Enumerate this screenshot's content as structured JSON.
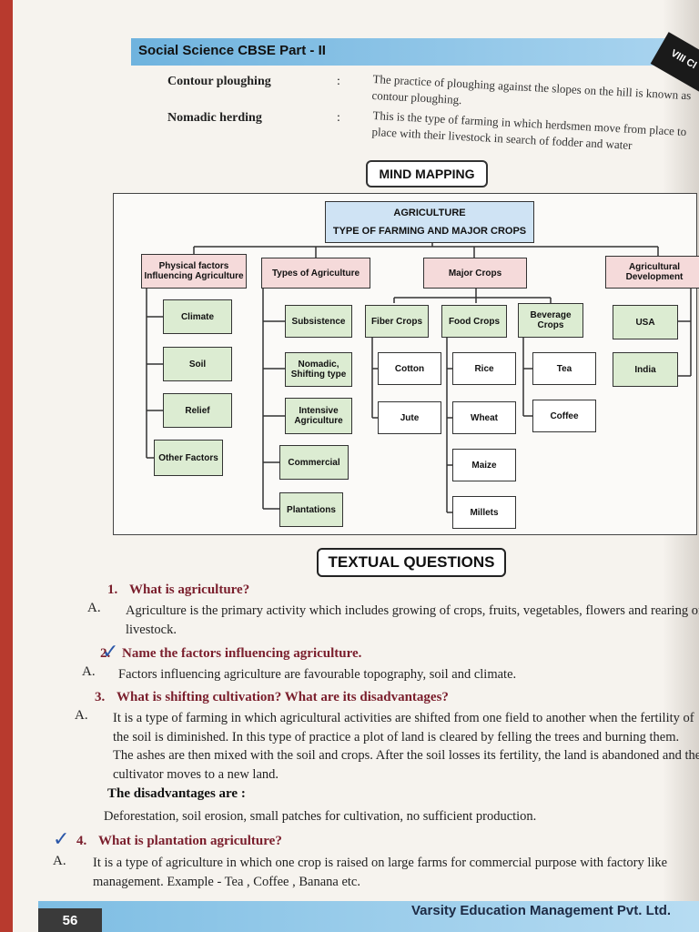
{
  "header": {
    "title": "Social Science CBSE Part - II",
    "class_tab": "VIII Cl"
  },
  "definitions": [
    {
      "term": "Contour ploughing",
      "colon": ":",
      "text": "The practice of ploughing against the slopes on the hill is known as contour ploughing."
    },
    {
      "term": "Nomadic herding",
      "colon": ":",
      "text": "This is the type of farming in which herdsmen move from place to place with their livestock in search of fodder and water"
    }
  ],
  "mind_map": {
    "badge": "MIND MAPPING",
    "root": {
      "line1": "AGRICULTURE",
      "line2": "TYPE OF FARMING AND MAJOR CROPS"
    },
    "categories": {
      "physical": "Physical factors Influencing Agriculture",
      "types": "Types of Agriculture",
      "crops": "Major Crops",
      "development": "Agricultural Development"
    },
    "physical_factors": [
      "Climate",
      "Soil",
      "Relief",
      "Other Factors"
    ],
    "types": [
      "Subsistence",
      "Nomadic, Shifting type",
      "Intensive Agriculture",
      "Commercial",
      "Plantations"
    ],
    "crop_groups": {
      "fiber": "Fiber Crops",
      "food": "Food Crops",
      "beverage": "Beverage Crops"
    },
    "fiber_crops": [
      "Cotton",
      "Jute"
    ],
    "food_crops": [
      "Rice",
      "Wheat",
      "Maize",
      "Millets"
    ],
    "beverage_crops": [
      "Tea",
      "Coffee"
    ],
    "development": [
      "USA",
      "India"
    ]
  },
  "textual_questions": {
    "badge": "TEXTUAL QUESTIONS",
    "answer_label": "A.",
    "items": [
      {
        "num": "1.",
        "question": "What is agriculture?",
        "answer": "Agriculture is the primary activity which includes growing of crops, fruits, vegetables, flowers and rearing of livestock."
      },
      {
        "num": "2.",
        "question": "Name the factors influencing agriculture.",
        "answer": "Factors influencing agriculture are favourable topography, soil and climate."
      },
      {
        "num": "3.",
        "question": "What is shifting cultivation? What are its disadvantages?",
        "answer": "It is a type of farming in which agricultural activities are shifted from one field to another when the fertility of the soil is diminished. In this type of practice a plot of land is cleared by felling the trees and burning them. The ashes are then mixed with the soil and crops. After the soil losses its fertility, the land is abandoned and the cultivator moves to a new land.",
        "disadvantages_heading": "The disadvantages are :",
        "disadvantages": "Deforestation, soil erosion, small patches for cultivation, no sufficient production."
      },
      {
        "num": "4.",
        "question": "What is plantation agriculture?",
        "answer": "It is a type of agriculture in which one crop is raised on large farms for commercial purpose with factory like management. Example - Tea , Coffee , Banana etc."
      }
    ]
  },
  "footer": {
    "page_number": "56",
    "publisher": "Varsity Education Management Pvt. Ltd."
  }
}
